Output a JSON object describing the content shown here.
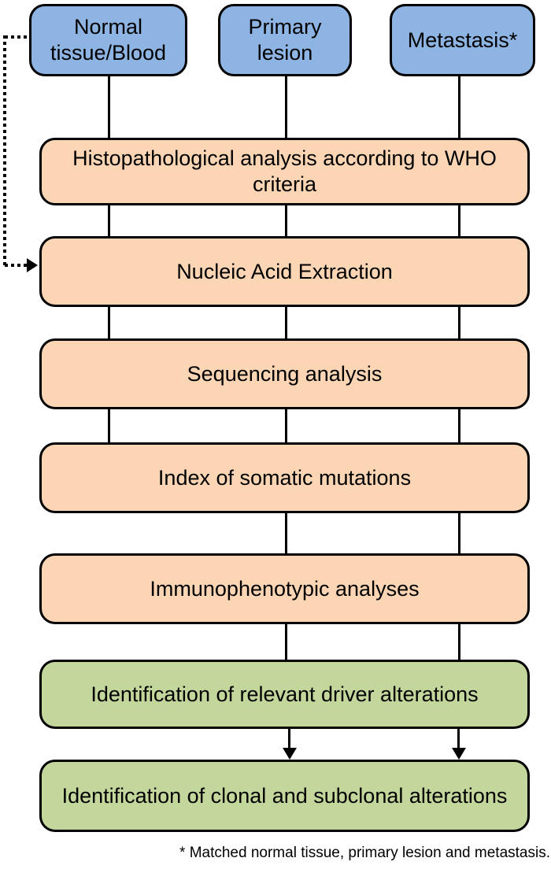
{
  "diagram": {
    "sources": [
      {
        "id": "normal",
        "label": "Normal tissue/Blood"
      },
      {
        "id": "primary",
        "label": "Primary lesion"
      },
      {
        "id": "metastasis",
        "label": "Metastasis*"
      }
    ],
    "steps": [
      {
        "id": "histo",
        "label": "Histopathological analysis according to WHO criteria",
        "type": "process"
      },
      {
        "id": "nucleic",
        "label": "Nucleic Acid Extraction",
        "type": "process"
      },
      {
        "id": "sequencing",
        "label": "Sequencing analysis",
        "type": "process"
      },
      {
        "id": "index",
        "label": "Index of somatic mutations",
        "type": "process"
      },
      {
        "id": "immuno",
        "label": "Immunophenotypic analyses",
        "type": "process"
      },
      {
        "id": "driver",
        "label": "Identification of relevant driver alterations",
        "type": "result"
      },
      {
        "id": "clonal",
        "label": "Identification of clonal and subclonal alterations",
        "type": "result"
      }
    ],
    "footnote": "* Matched normal tissue, primary lesion and metastasis.",
    "colors": {
      "source_fill": "#8DB4E2",
      "process_fill": "#FCD5B5",
      "result_fill": "#C3D69B",
      "border": "#000000",
      "line": "#000000"
    }
  }
}
